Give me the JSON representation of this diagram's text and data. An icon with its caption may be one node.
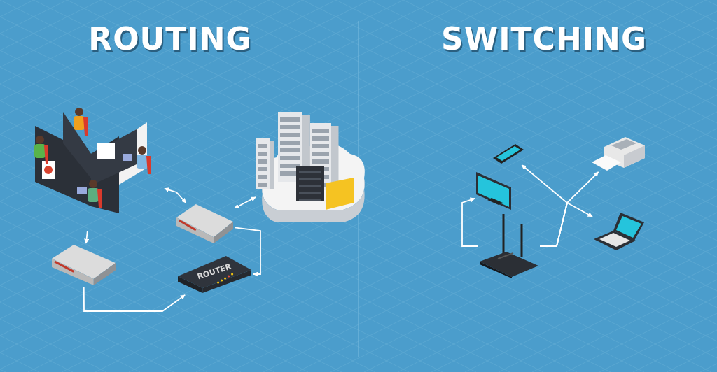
{
  "diagram": {
    "nodes": [
      {
        "text": [],
        "shape": "picture"
      },
      {
        "text": [],
        "shape": "picture"
      },
      {
        "text": [],
        "shape": "box"
      },
      {
        "text": [],
        "shape": "box"
      },
      {
        "text": [
          "ROUTER"
        ]
      },
      {
        "text": [],
        "shape": "picture"
      },
      {
        "text": [],
        "shape": "picture"
      },
      {
        "text": [],
        "shape": "picture"
      },
      {
        "text": [],
        "shape": "picture"
      },
      {
        "text": [],
        "shape": "picture"
      }
    ],
    "edges": [
      {
        "from": 0,
        "to": 2,
        "arrow": "both"
      },
      {
        "from": 2,
        "to": 1,
        "arrow": "both"
      },
      {
        "from": 2,
        "to": 4,
        "arrow": "to"
      },
      {
        "from": 3,
        "to": 4,
        "arrow": "to"
      },
      {
        "from": 0,
        "to": 3,
        "arrow": "to"
      },
      {
        "from": 5,
        "to": 8,
        "arrow": "to"
      },
      {
        "from": 5,
        "to": 6,
        "arrow": "to"
      },
      {
        "from": 5,
        "to": 7,
        "arrow": "to"
      },
      {
        "from": 5,
        "to": 9,
        "arrow": "to"
      }
    ],
    "labels": [
      "ROUTING",
      "SWITCHING"
    ]
  }
}
